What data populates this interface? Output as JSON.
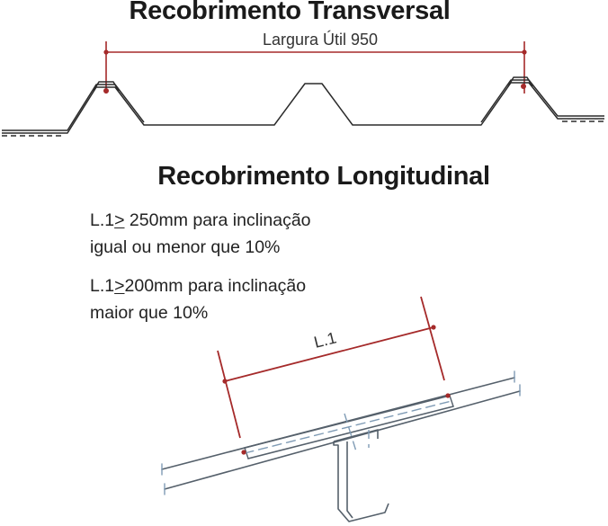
{
  "transversal": {
    "title": "Recobrimento Transversal",
    "dimension_label": "Largura Útil 950"
  },
  "longitudinal": {
    "title": "Recobrimento Longitudinal",
    "note1": {
      "prefix": "L.1",
      "symbol": ">",
      "rest": " 250mm para inclinação",
      "line2": "igual ou menor que 10%"
    },
    "note2": {
      "prefix": "L.1",
      "symbol": ">",
      "rest": "200mm para inclinação",
      "line2": "maior que 10%"
    },
    "dimension_label": "L.1"
  },
  "colors": {
    "dimension": "#a52a2a",
    "profile": "#2b2b2b",
    "sheet": "#55606b",
    "dashed": "#7f9bb5",
    "text": "#1a1a1a"
  }
}
